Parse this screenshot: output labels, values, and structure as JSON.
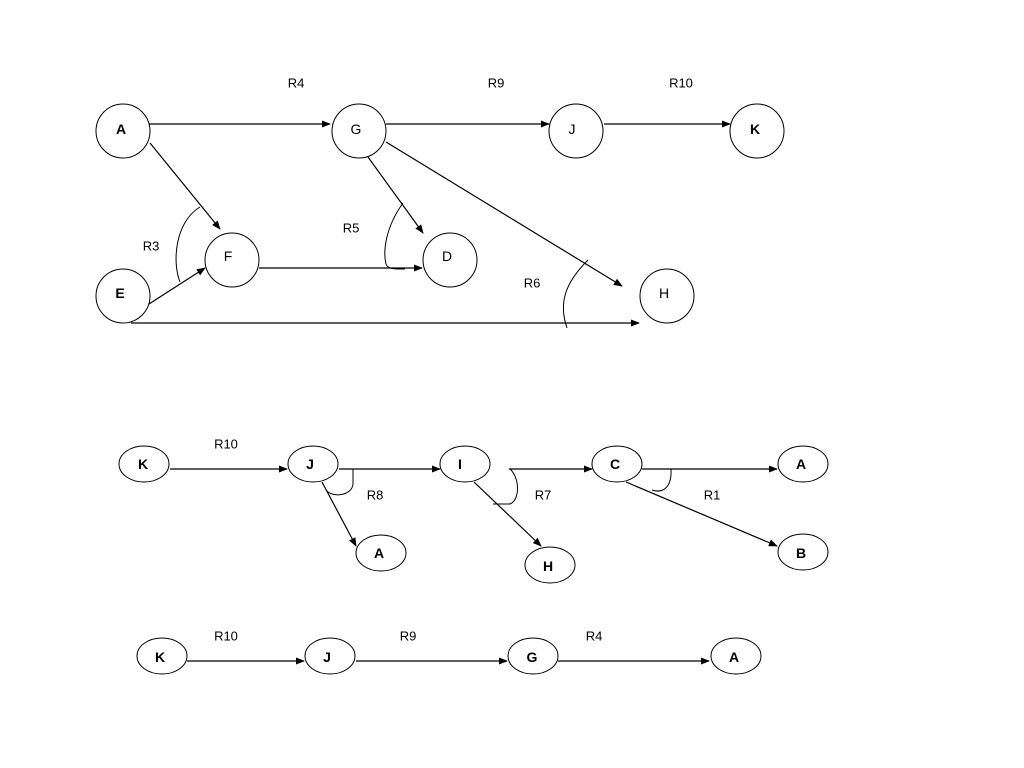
{
  "diagrams": [
    {
      "id": "graph",
      "nodes": {
        "A": {
          "label": "A",
          "bold": true
        },
        "G": {
          "label": "G",
          "bold": false
        },
        "J": {
          "label": "J",
          "bold": false
        },
        "K": {
          "label": "K",
          "bold": true
        },
        "F": {
          "label": "F",
          "bold": false
        },
        "D": {
          "label": "D",
          "bold": false
        },
        "E": {
          "label": "E",
          "bold": true
        },
        "H": {
          "label": "H",
          "bold": false
        }
      },
      "edges": [
        {
          "from": "A",
          "to": "G"
        },
        {
          "from": "G",
          "to": "J"
        },
        {
          "from": "J",
          "to": "K"
        },
        {
          "from": "A",
          "to": "F"
        },
        {
          "from": "E",
          "to": "F"
        },
        {
          "from": "F",
          "to": "D"
        },
        {
          "from": "G",
          "to": "D"
        },
        {
          "from": "G",
          "to": "H"
        },
        {
          "from": "E",
          "to": "H"
        }
      ],
      "rules": [
        "R4",
        "R9",
        "R10",
        "R3",
        "R5",
        "R6"
      ]
    },
    {
      "id": "tree-1",
      "nodes": {
        "K": {
          "label": "K",
          "bold": true
        },
        "J": {
          "label": "J",
          "bold": true
        },
        "I": {
          "label": "I",
          "bold": true
        },
        "C": {
          "label": "C",
          "bold": true
        },
        "A1": {
          "label": "A",
          "bold": true
        },
        "A2": {
          "label": "A",
          "bold": true
        },
        "H": {
          "label": "H",
          "bold": true
        },
        "B": {
          "label": "B",
          "bold": true
        }
      },
      "edges": [
        {
          "from": "K",
          "to": "J"
        },
        {
          "from": "J",
          "to": "I"
        },
        {
          "from": "I",
          "to": "C"
        },
        {
          "from": "C",
          "to": "A1"
        },
        {
          "from": "J",
          "to": "A2"
        },
        {
          "from": "I",
          "to": "H"
        },
        {
          "from": "C",
          "to": "B"
        }
      ],
      "rules": [
        "R10",
        "R8",
        "R7",
        "R1"
      ]
    },
    {
      "id": "tree-2",
      "nodes": {
        "K": {
          "label": "K",
          "bold": true
        },
        "J": {
          "label": "J",
          "bold": true
        },
        "G": {
          "label": "G",
          "bold": true
        },
        "A": {
          "label": "A",
          "bold": true
        }
      },
      "edges": [
        {
          "from": "K",
          "to": "J"
        },
        {
          "from": "J",
          "to": "G"
        },
        {
          "from": "G",
          "to": "A"
        }
      ],
      "rules": [
        "R10",
        "R9",
        "R4"
      ]
    }
  ]
}
